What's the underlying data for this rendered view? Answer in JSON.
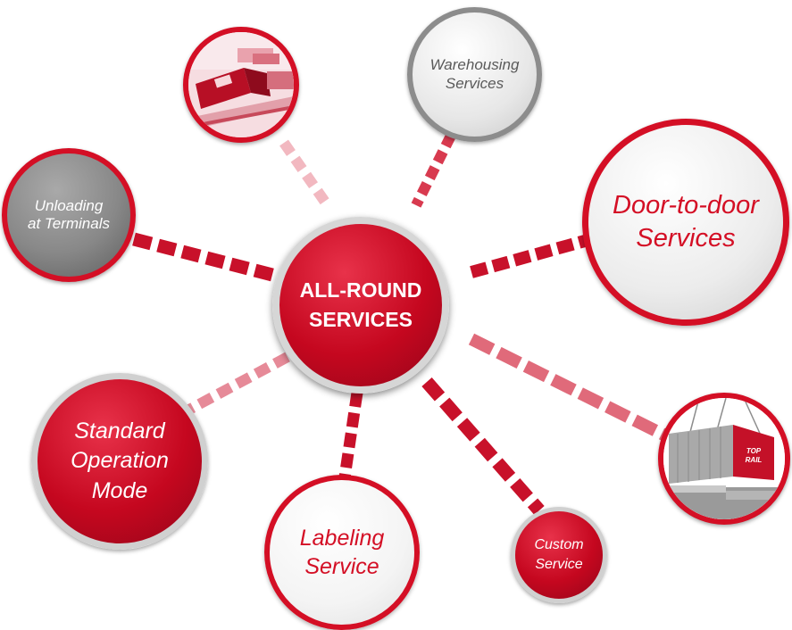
{
  "center": {
    "line1": "ALL-ROUND",
    "line2": "SERVICES"
  },
  "nodes": {
    "warehousing": {
      "line1": "Warehousing",
      "line2": "Services"
    },
    "door_to_door": {
      "line1": "Door-to-door",
      "line2": "Services"
    },
    "unloading": {
      "line1": "Unloading",
      "line2": "at Terminals"
    },
    "standard": {
      "line1": "Standard",
      "line2": "Operation",
      "line3": "Mode"
    },
    "labeling": {
      "line1": "Labeling",
      "line2": "Service"
    },
    "custom": {
      "line1": "Custom",
      "line2": "Service"
    }
  },
  "container_logo": {
    "line1": "TOP",
    "line2": "RAIL"
  },
  "colors": {
    "brand_red": "#d40f25",
    "connector_red": "#c8112a",
    "grey_ring": "#c8c8c8"
  },
  "icons": {
    "train": "train-photo-icon",
    "container": "container-crane-photo-icon"
  }
}
